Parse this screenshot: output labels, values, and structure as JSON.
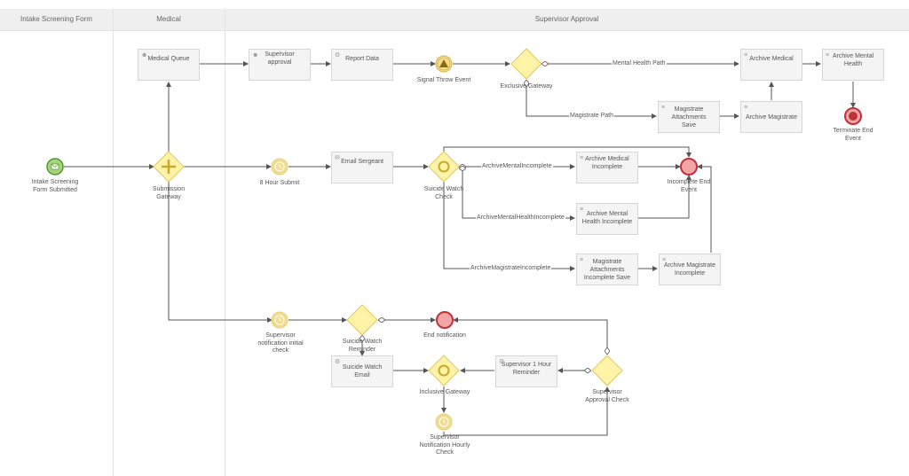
{
  "lanes": {
    "intake": "Intake Screening Form",
    "medical": "Medical",
    "supervisor": "Supervisor Approval"
  },
  "tasks": {
    "medical_queue": "Medical Queue",
    "supervisor_approval": "Supervisor approval",
    "report_data": "Report Data",
    "archive_medical": "Archive Medical",
    "archive_mental_health": "Archive Mental Health",
    "magistrate_attachments_save": "Magistrate Attachments Save",
    "archive_magistrate": "Archive Magistrate",
    "email_sergeant": "Email Sergeant",
    "archive_medical_incomplete": "Archive Medical Incomplete",
    "archive_mental_health_incomplete": "Archive Mental Health Incomplete",
    "magistrate_attachments_incomplete_save": "Magistrate Attachments Incomplete Save",
    "archive_magistrate_incomplete": "Archive Magistrate Incomplete",
    "suicide_watch_email": "Suicide Watch Email",
    "supervisor_1_hour_reminder": "Supervisor 1 Hour Reminder"
  },
  "events": {
    "start": "Intake Screening Form Submitted",
    "signal_throw": "Signal Throw Event",
    "terminate_end": "Terminate End Event",
    "eight_hour_submit": "8 Hour Submit",
    "incomplete_end": "Incomplete End Event",
    "supervisor_notification_initial": "Supervisor notification initial check",
    "end_notification": "End notification",
    "supervisor_hourly": "Supervisor Notification Hourly Check"
  },
  "gateways": {
    "submission": "Submission Gateway",
    "exclusive": "Exclusive Gateway",
    "suicide_watch_check": "Suicide Watch Check",
    "suicide_watch_reminder": "Suicide Watch Reminder",
    "inclusive": "Inclusive Gateway",
    "supervisor_approval_check": "Supervisor Approval Check"
  },
  "flows": {
    "mental_health_path": "Mental Health Path",
    "magistrate_path": "Magistrate Path",
    "archive_mental_incomplete": "ArchiveMentalIncomplete",
    "archive_mental_health_incomplete": "ArchiveMentalHealthIncomplete",
    "archive_magistrate_incomplete": "ArchiveMagistrateIncomplete"
  },
  "icons": {
    "user_task": "user-icon",
    "service_task": "gear-icon",
    "script_task": "script-icon",
    "send_task": "envelope-icon",
    "timer": "clock-icon",
    "signal": "triangle-icon",
    "message_start": "envelope-icon"
  },
  "colors": {
    "start_fill": "#a8d37c",
    "start_stroke": "#4e9a2c",
    "gateway_fill": "#fff3a8",
    "gateway_stroke": "#e0c860",
    "timer_fill": "#f1dc8f",
    "end_fill": "#f2a6a6",
    "end_stroke": "#c0313a",
    "line": "#555555"
  }
}
